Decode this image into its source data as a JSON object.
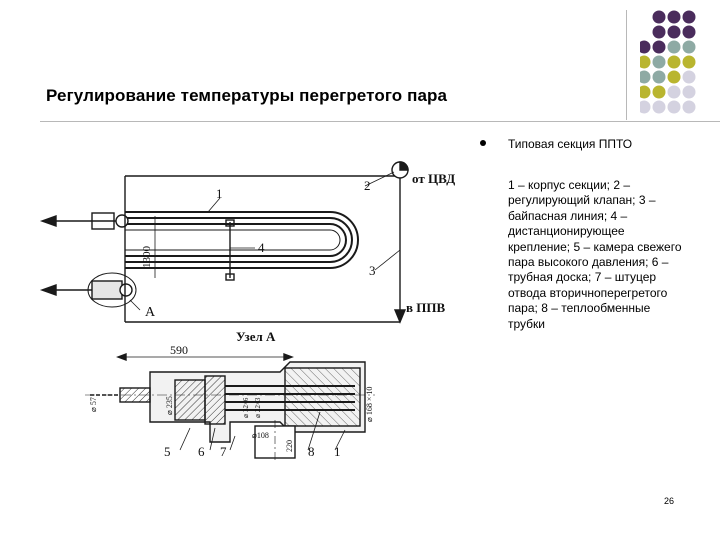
{
  "title": "Регулирование температуры перегретого пара",
  "section_title": "Типовая секция ППТО",
  "legend_text": "1 – корпус секции; 2 – регулирующий клапан; 3 – байпасная линия; 4 – дистанционирующее крепление; 5 – камера свежего пара высокого давления; 6 – трубная доска; 7 – штуцер отвода вторичноперегретого пара; 8 – теплообменные трубки",
  "page_number": "26",
  "drawing": {
    "label_from_cvd": "от ЦВД",
    "label_to_ppv": "в ППВ",
    "label_a": "А",
    "dim_1300": "1300",
    "node_title": "Узел А",
    "dim_590": "590",
    "dim_d57": "⌀ 57",
    "dim_d235": "⌀ 235",
    "dim_d168": "⌀ 168 × 10",
    "dim_d108": "⌀108",
    "dim_220": "220",
    "dim_inner_1": "⌀ 32×6",
    "dim_inner_2": "⌀ 22×3",
    "num_1": "1",
    "num_2": "2",
    "num_3": "3",
    "num_4": "4",
    "num_5": "5",
    "num_6": "6",
    "num_7": "7",
    "num_8": "8",
    "num_1b": "1"
  },
  "palette": {
    "purple": "#4a2c5c",
    "teal": "#8eaaa4",
    "olive": "#b9b52f",
    "lavender": "#d4d2e0"
  }
}
